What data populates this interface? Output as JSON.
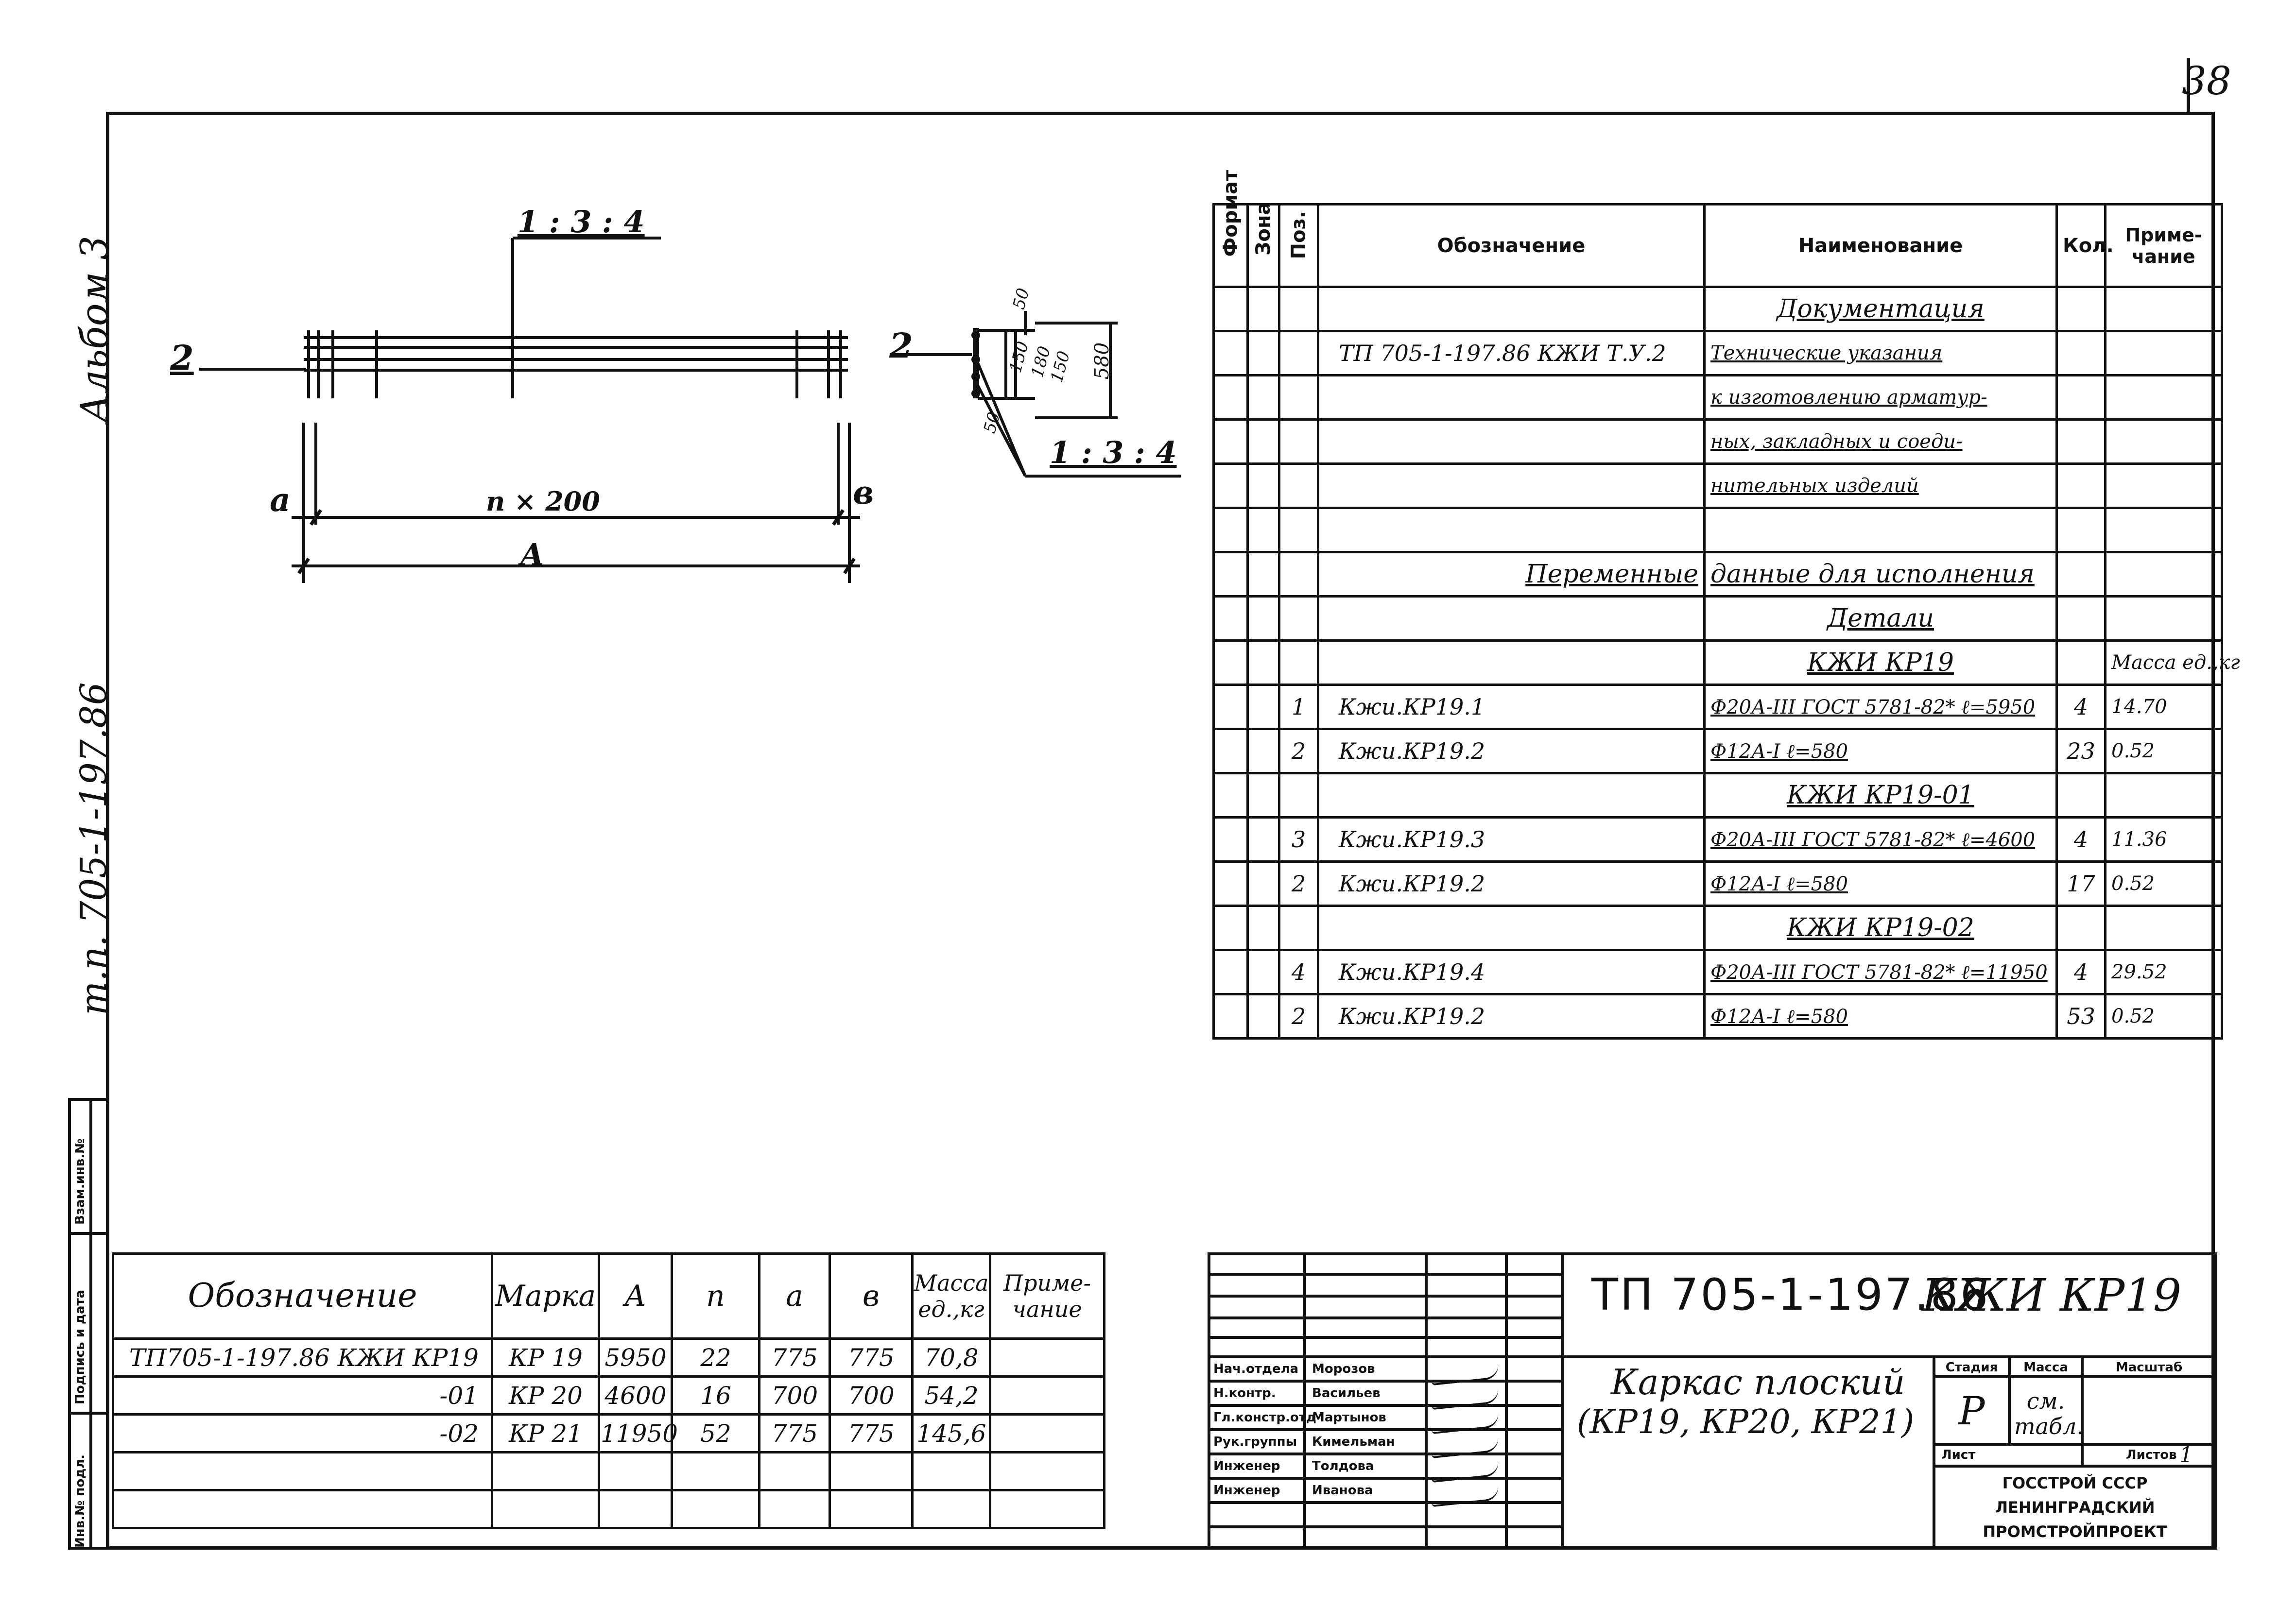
{
  "page_number": "38",
  "sidebar": {
    "album": "Альбом 3",
    "project_code": "т.п. 705-1-197.86",
    "stamp_labels": [
      "Инв.№ подл.",
      "Подпись и дата",
      "Взам.инв.№"
    ]
  },
  "drawing": {
    "section_mark_left": "2",
    "section_mark_right": "2",
    "ratio_top": "1 : 3 : 4",
    "ratio_side": "1 : 3 : 4",
    "label_a": "а",
    "label_b": "в",
    "span_label": "n × 200",
    "overall_label": "А",
    "side_dims": [
      "50",
      "150",
      "180",
      "150",
      "50",
      "580"
    ]
  },
  "spec_table": {
    "headers": {
      "format": "Формат",
      "zone": "Зона",
      "pos": "Поз.",
      "designation": "Обозначение",
      "name": "Наименование",
      "qty": "Кол.",
      "note": "Приме-чание"
    },
    "rows": [
      {
        "pos": "",
        "designation": "",
        "name": "Документация",
        "qty": "",
        "note": "",
        "style": "heading"
      },
      {
        "pos": "",
        "designation": "ТП 705-1-197.86 КЖИ Т.У.2",
        "name": "Технические указания",
        "qty": "",
        "note": ""
      },
      {
        "pos": "",
        "designation": "",
        "name": "к изготовлению арматур-",
        "qty": "",
        "note": ""
      },
      {
        "pos": "",
        "designation": "",
        "name": "ных, закладных и соеди-",
        "qty": "",
        "note": ""
      },
      {
        "pos": "",
        "designation": "",
        "name": "нительных изделий",
        "qty": "",
        "note": ""
      },
      {
        "pos": "",
        "designation": "",
        "name": "",
        "qty": "",
        "note": ""
      },
      {
        "pos": "",
        "designation": "Переменные",
        "name": "данные для исполнения",
        "qty": "",
        "note": "",
        "style": "heading-split"
      },
      {
        "pos": "",
        "designation": "",
        "name": "Детали",
        "qty": "",
        "note": "",
        "style": "heading"
      },
      {
        "pos": "",
        "designation": "",
        "name": "КЖИ КР19",
        "qty": "",
        "note": "Масса ед.,кг",
        "style": "heading"
      },
      {
        "pos": "1",
        "designation": "Кжи.КР19.1",
        "name": "Ф20А-III ГОСТ 5781-82* ℓ=5950",
        "qty": "4",
        "note": "14.70"
      },
      {
        "pos": "2",
        "designation": "Кжи.КР19.2",
        "name": "Ф12А-I ℓ=580",
        "qty": "23",
        "note": "0.52"
      },
      {
        "pos": "",
        "designation": "",
        "name": "КЖИ КР19-01",
        "qty": "",
        "note": "",
        "style": "heading"
      },
      {
        "pos": "3",
        "designation": "Кжи.КР19.3",
        "name": "Ф20А-III ГОСТ 5781-82* ℓ=4600",
        "qty": "4",
        "note": "11.36"
      },
      {
        "pos": "2",
        "designation": "Кжи.КР19.2",
        "name": "Ф12А-I ℓ=580",
        "qty": "17",
        "note": "0.52"
      },
      {
        "pos": "",
        "designation": "",
        "name": "КЖИ КР19-02",
        "qty": "",
        "note": "",
        "style": "heading"
      },
      {
        "pos": "4",
        "designation": "Кжи.КР19.4",
        "name": "Ф20А-III ГОСТ 5781-82* ℓ=11950",
        "qty": "4",
        "note": "29.52"
      },
      {
        "pos": "2",
        "designation": "Кжи.КР19.2",
        "name": "Ф12А-I ℓ=580",
        "qty": "53",
        "note": "0.52"
      }
    ]
  },
  "variants_table": {
    "headers": [
      "Обозначение",
      "Марка",
      "А",
      "n",
      "а",
      "в",
      "Масса ед.,кг",
      "Приме-чание"
    ],
    "rows": [
      [
        "ТП705-1-197.86 КЖИ КР19",
        "КР 19",
        "5950",
        "22",
        "775",
        "775",
        "70,8",
        ""
      ],
      [
        "-01",
        "КР 20",
        "4600",
        "16",
        "700",
        "700",
        "54,2",
        ""
      ],
      [
        "-02",
        "КР 21",
        "11950",
        "52",
        "775",
        "775",
        "145,6",
        ""
      ],
      [
        "",
        "",
        "",
        "",
        "",
        "",
        "",
        ""
      ],
      [
        "",
        "",
        "",
        "",
        "",
        "",
        "",
        ""
      ]
    ]
  },
  "title_block": {
    "code": "ТП 705-1-197.86",
    "mark": "КЖИ КР19",
    "title_line1": "Каркас плоский",
    "title_line2": "(КР19, КР20, КР21)",
    "stage_label": "Стадия",
    "mass_label": "Масса",
    "scale_label": "Масштаб",
    "stage_value": "Р",
    "mass_value": "см. табл.",
    "sheet_label": "Лист",
    "sheets_label": "Листов",
    "sheets_value": "1",
    "org_line1": "ГОССТРОЙ СССР",
    "org_line2": "ЛЕНИНГРАДСКИЙ",
    "org_line3": "ПРОМСТРОЙПРОЕКТ",
    "staff": [
      {
        "role": "Нач.отдела",
        "name": "Морозов"
      },
      {
        "role": "Н.контр.",
        "name": "Васильев"
      },
      {
        "role": "Гл.констр.отд",
        "name": "Мартынов"
      },
      {
        "role": "Рук.группы",
        "name": "Кимельман"
      },
      {
        "role": "Инженер",
        "name": "Толдова"
      },
      {
        "role": "Инженер",
        "name": "Иванова"
      }
    ]
  }
}
